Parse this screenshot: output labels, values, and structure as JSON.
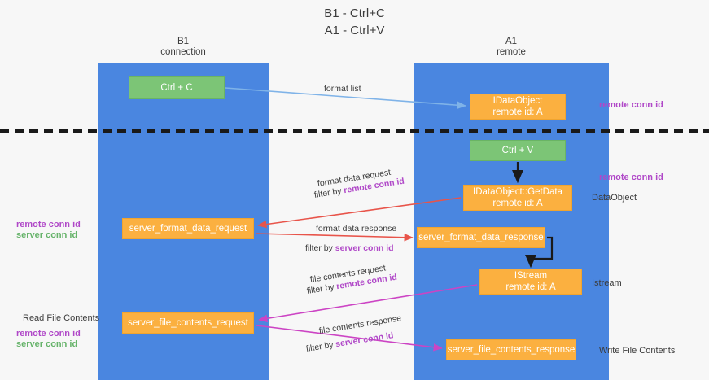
{
  "title": {
    "line1": "B1 - Ctrl+C",
    "line2": "A1 - Ctrl+V"
  },
  "columns": [
    {
      "name": "B1",
      "role": "connection"
    },
    {
      "name": "A1",
      "role": "remote"
    }
  ],
  "boxes": {
    "ctrl_c": "Ctrl + C",
    "idataobject_l1": "IDataObject",
    "idataobject_l2": "remote id: A",
    "ctrl_v": "Ctrl + V",
    "getdata_l1": "IDataObject::GetData",
    "getdata_l2": "remote id: A",
    "server_format_data_request": "server_format_data_request",
    "server_format_data_response": "server_format_data_response",
    "istream_l1": "IStream",
    "istream_l2": "remote id: A",
    "server_file_contents_request": "server_file_contents_request",
    "server_file_contents_response": "server_file_contents_response"
  },
  "edges": {
    "format_list": "format list",
    "format_data_request": "format data request",
    "format_data_request_filter_prefix": "filter by ",
    "format_data_request_filter_key": "remote conn id",
    "format_data_response": "format data response",
    "format_data_response_filter_prefix": "filter by ",
    "format_data_response_filter_key": "server conn id",
    "file_contents_request": "file contents request",
    "file_contents_request_filter_prefix": "filter by ",
    "file_contents_request_filter_key": "remote conn id",
    "file_contents_response": "file contents response",
    "file_contents_response_filter_prefix": "filter by ",
    "file_contents_response_filter_key": "server conn id"
  },
  "annotations": {
    "right_remote_conn_id_top": "remote conn id",
    "right_remote_conn_id_mid": "remote conn id",
    "right_dataobject": "DataObject",
    "right_istream": "Istream",
    "right_write_file_contents": "Write File Contents",
    "left_remote_conn_id": "remote conn id",
    "left_server_conn_id": "server conn id",
    "left_read_file_contents": "Read File Contents",
    "left_remote_conn_id_2": "remote conn id",
    "left_server_conn_id_2": "server conn id"
  },
  "colors": {
    "lane": "#4a86e0",
    "green_box": "#7cc576",
    "orange_box": "#fbb040",
    "purple_text": "#b048c8",
    "green_text": "#66b36a",
    "arrow_blue": "#7fb3e8",
    "arrow_red": "#e8544a",
    "arrow_magenta": "#cc44c4",
    "arrow_black": "#1a1a1a",
    "divider": "#1a1a1a",
    "background": "#f7f7f7"
  }
}
